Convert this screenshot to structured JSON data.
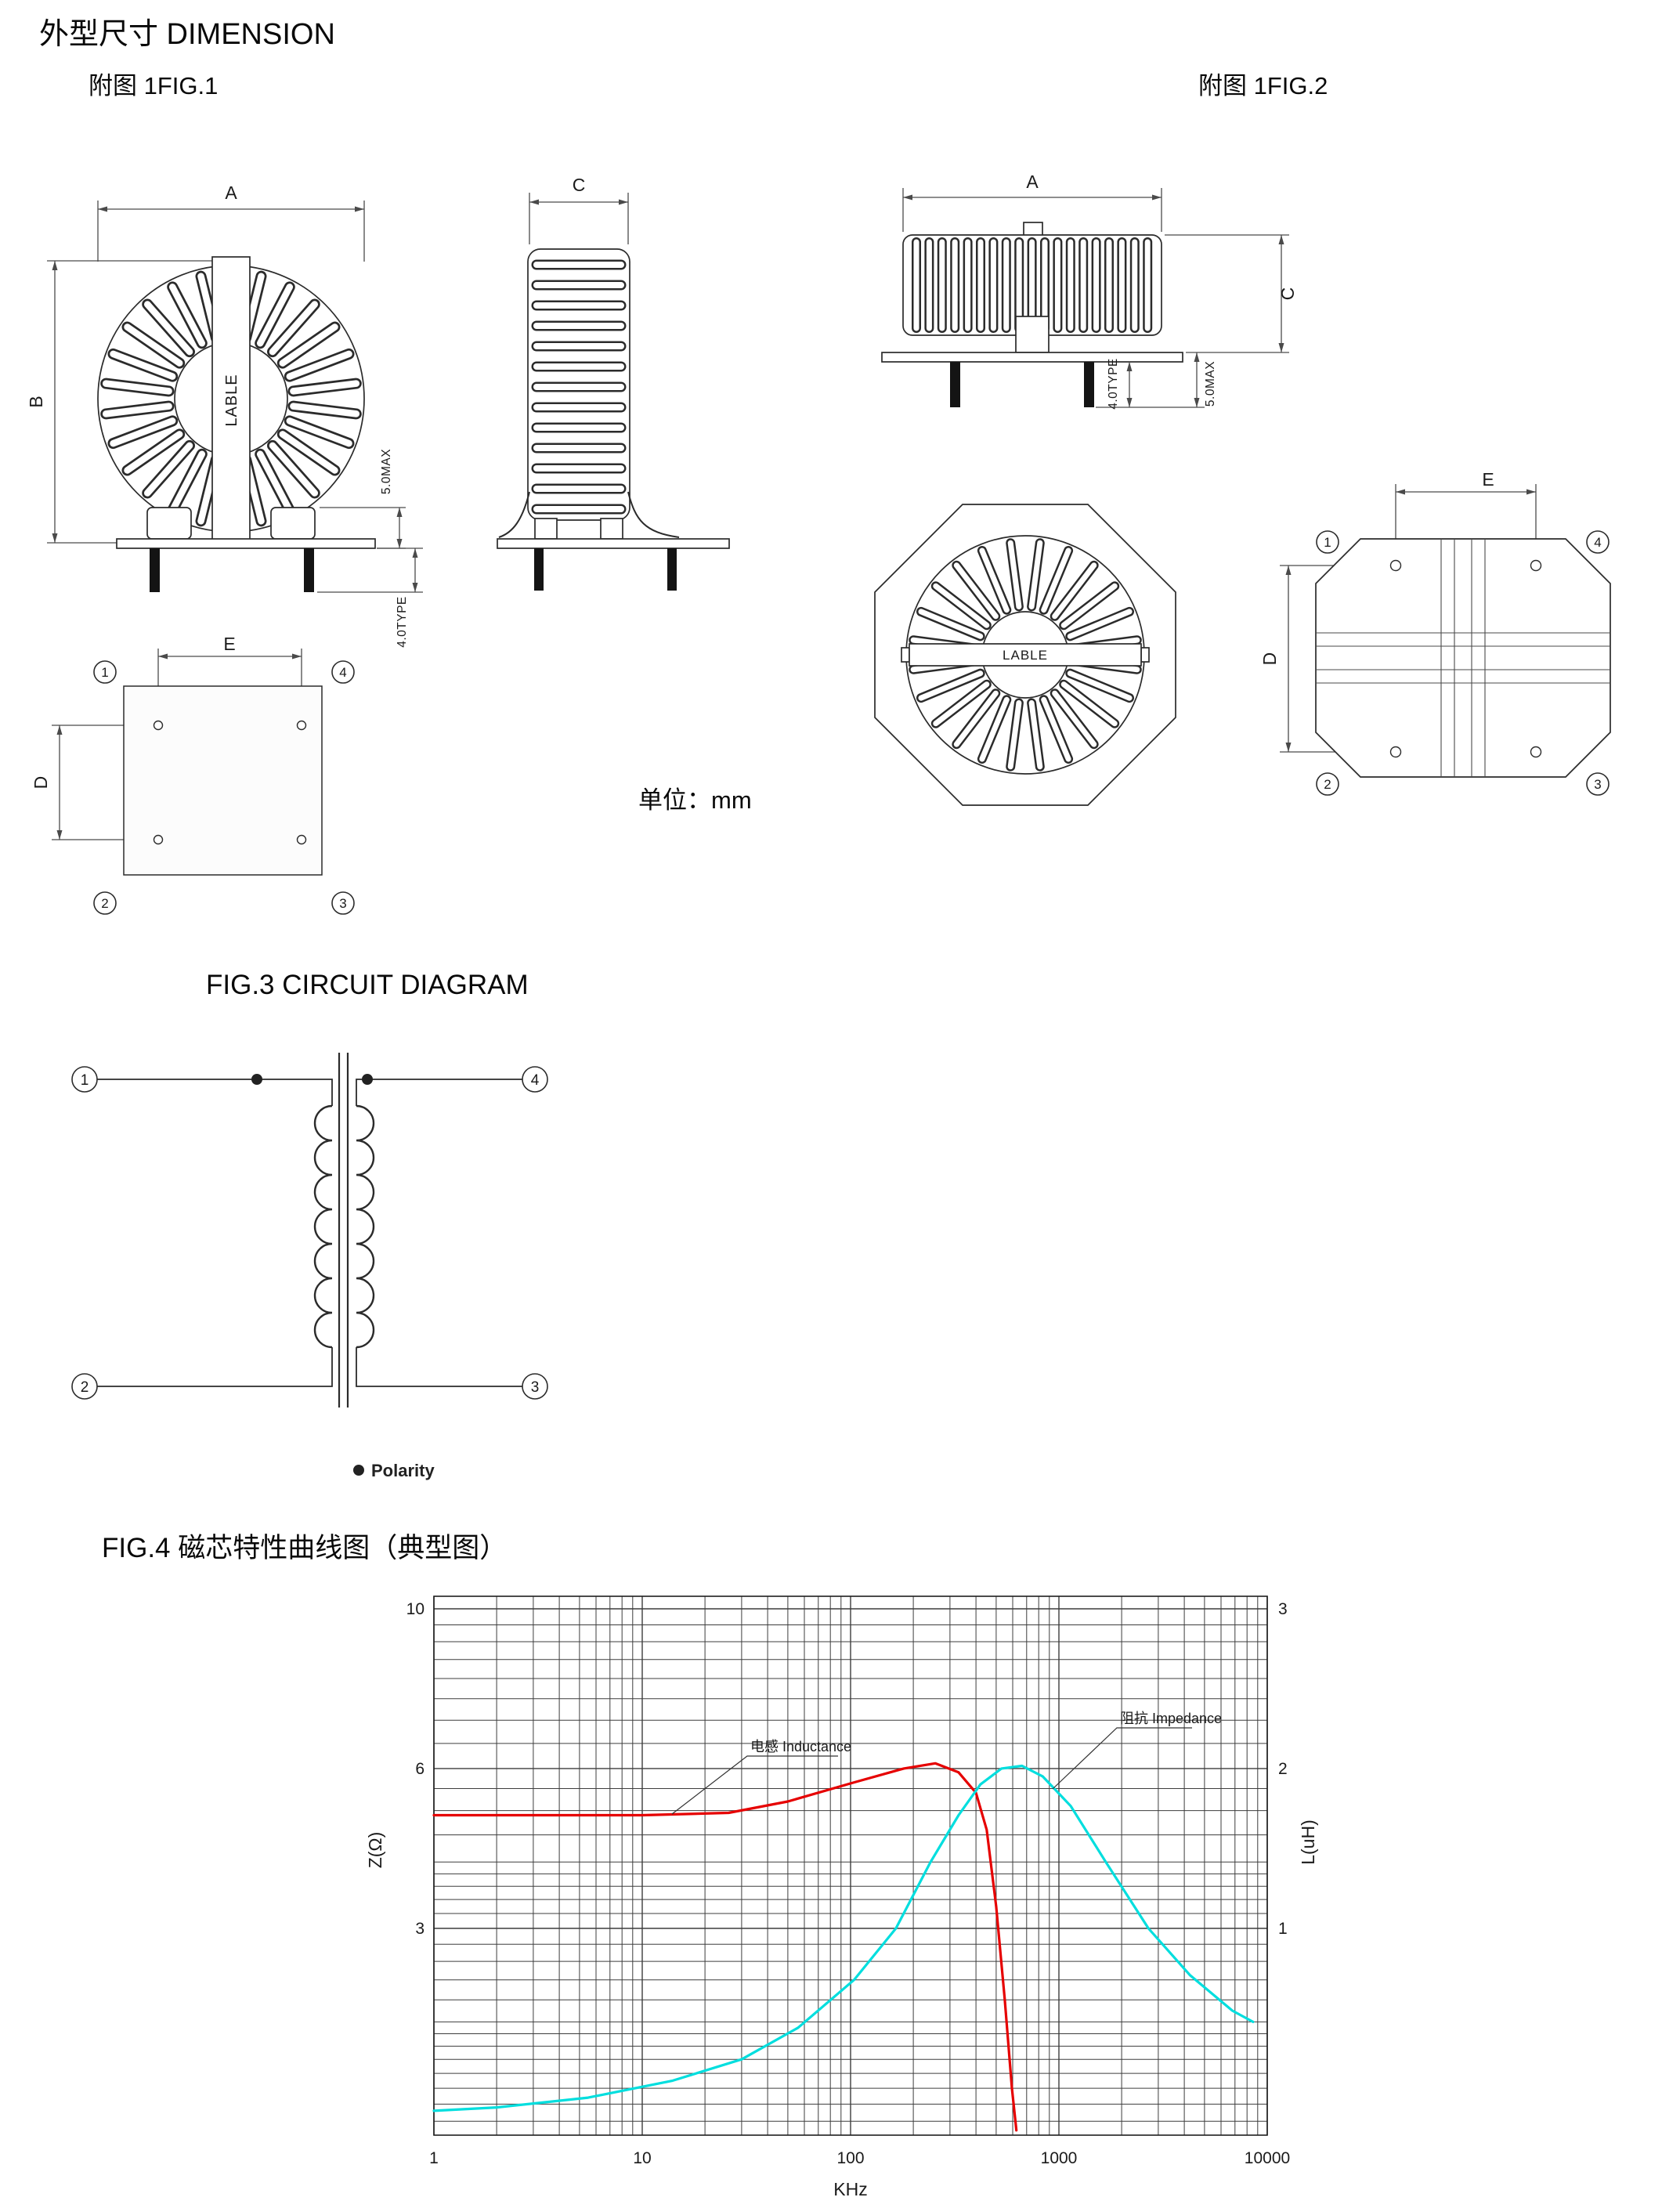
{
  "page": {
    "title": "外型尺寸 DIMENSION",
    "fig1_caption": "附图 1FIG.1",
    "fig2_caption": "附图 1FIG.2",
    "unit_note": "单位：mm",
    "fig3_title": "FIG.3 CIRCUIT DIAGRAM",
    "fig4_title": "FIG.4 磁芯特性曲线图（典型图）"
  },
  "dims": {
    "a": "A",
    "b": "B",
    "c": "C",
    "d": "D",
    "e": "E",
    "height_max": "5.0MAX",
    "pin_typ": "4.0TYPE",
    "core_label": "LABLE"
  },
  "pins": {
    "p1": "1",
    "p2": "2",
    "p3": "3",
    "p4": "4"
  },
  "circuit": {
    "polarity": "Polarity"
  },
  "chart_data": {
    "type": "line",
    "title": "磁芯特性曲线图（典型图）",
    "x_axis": {
      "label": "KHz",
      "scale": "log",
      "min": 1,
      "max": 10000,
      "tick_labels": [
        "1",
        "10",
        "100",
        "1000",
        "10000"
      ]
    },
    "y_axis_left": {
      "label": "Z(Ω)",
      "scale": "log",
      "tick_labels": [
        "10",
        "6",
        "3"
      ]
    },
    "y_axis_right": {
      "label": "L(uH)",
      "tick_labels": [
        "3",
        "2",
        "1"
      ]
    },
    "grid": true,
    "series": [
      {
        "name": "电感 Inductance",
        "color": "#e60000",
        "points": [
          [
            1,
            4.9
          ],
          [
            10,
            4.9
          ],
          [
            26,
            4.95
          ],
          [
            50,
            5.2
          ],
          [
            104,
            5.65
          ],
          [
            180,
            6.0
          ],
          [
            255,
            6.1
          ],
          [
            330,
            5.9
          ],
          [
            400,
            5.4
          ],
          [
            450,
            4.6
          ],
          [
            500,
            3.3
          ],
          [
            550,
            2.2
          ],
          [
            595,
            1.5
          ],
          [
            625,
            1.25
          ]
        ]
      },
      {
        "name": "阻抗 Impedance",
        "color": "#00dede",
        "points": [
          [
            1,
            1.36
          ],
          [
            2,
            1.38
          ],
          [
            5.5,
            1.44
          ],
          [
            14,
            1.55
          ],
          [
            30,
            1.7
          ],
          [
            56,
            1.95
          ],
          [
            104,
            2.4
          ],
          [
            165,
            3.0
          ],
          [
            242,
            4.0
          ],
          [
            330,
            4.9
          ],
          [
            420,
            5.6
          ],
          [
            530,
            6.0
          ],
          [
            665,
            6.05
          ],
          [
            835,
            5.8
          ],
          [
            1140,
            5.1
          ],
          [
            1680,
            4.0
          ],
          [
            2690,
            3.0
          ],
          [
            4250,
            2.45
          ],
          [
            6800,
            2.1
          ],
          [
            8550,
            2.0
          ]
        ]
      }
    ]
  }
}
